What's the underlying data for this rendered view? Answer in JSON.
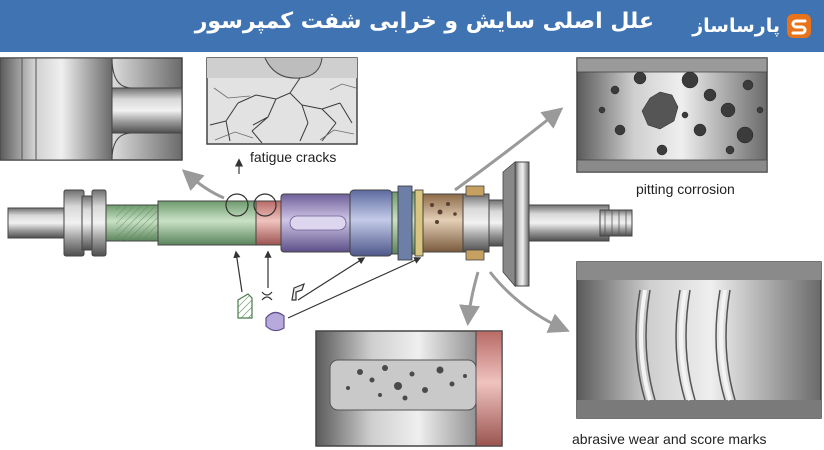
{
  "header": {
    "title": "علل اصلی سایش و خرابی شفت کمپرسور",
    "logo_text": "پارساساز"
  },
  "labels": {
    "fatigue": "fatigue cracks",
    "pitting": "pitting corrosion",
    "abrasive": "abrasive wear and score marks"
  },
  "colors": {
    "header_bg": "#3f73b1",
    "logo_accent": "#e8731a",
    "green_section": "#8fbf8f",
    "purple_section": "#9c8cc4",
    "red_section": "#d98a86",
    "brown_section": "#b08a63"
  }
}
